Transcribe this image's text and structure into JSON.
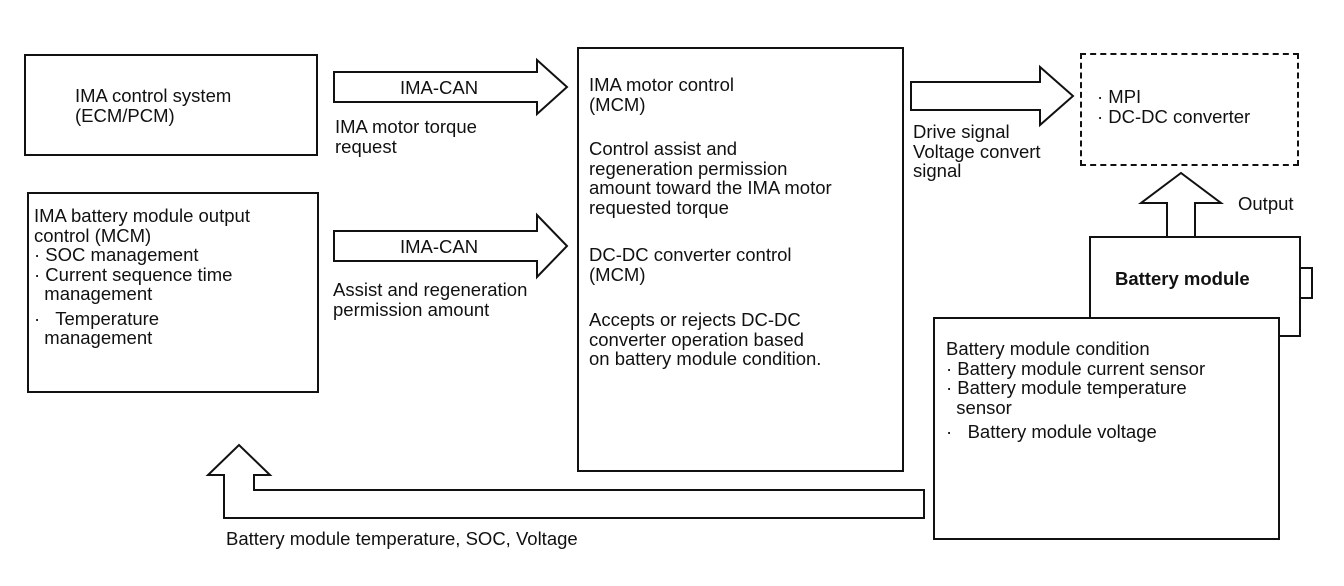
{
  "ima_control_system": {
    "lines": [
      "IMA control system",
      "(ECM/PCM)"
    ]
  },
  "battery_output_control": {
    "lines": [
      "IMA battery module output",
      "control (MCM)",
      "· SOC management",
      "· Current sequence time",
      "  management",
      "·   Temperature",
      "  management"
    ]
  },
  "arrow_top": {
    "label": "IMA-CAN",
    "caption": [
      "IMA motor torque",
      "request"
    ]
  },
  "arrow_mid": {
    "label": "IMA-CAN",
    "caption": [
      "Assist and regeneration",
      "permission amount"
    ]
  },
  "motor_control": {
    "title": [
      "IMA motor control",
      "(MCM)"
    ],
    "para1": [
      "Control assist and",
      "regeneration permission",
      "amount toward the IMA motor",
      "requested torque"
    ],
    "para2": [
      "DC-DC converter control",
      "(MCM)"
    ],
    "para3": [
      "Accepts or rejects DC-DC",
      "converter operation based",
      "on battery module condition."
    ]
  },
  "drive_signal": {
    "lines": [
      "Drive signal",
      "Voltage convert",
      "signal"
    ]
  },
  "outputs_box": {
    "lines": [
      "· MPI",
      "· DC-DC converter"
    ]
  },
  "output_label": "Output",
  "battery_module": {
    "label": "Battery module"
  },
  "battery_condition": {
    "lines": [
      "Battery module condition",
      "· Battery module current sensor",
      "· Battery module temperature",
      "  sensor",
      "·   Battery module voltage"
    ]
  },
  "feedback": {
    "caption": "Battery module temperature, SOC, Voltage"
  }
}
